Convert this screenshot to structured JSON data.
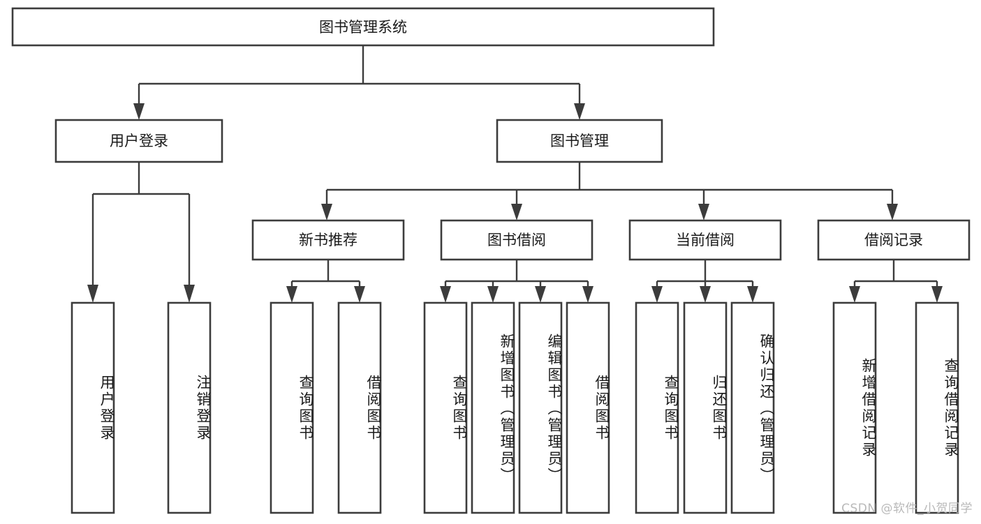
{
  "diagram": {
    "type": "tree-hierarchy",
    "title": "图书管理系统",
    "orientation": "top-down",
    "colors": {
      "box_stroke": "#3c3c3c",
      "box_fill": "#ffffff",
      "connector": "#3c3c3c",
      "text": "#1a1a1a",
      "watermark": "#b9b9b9",
      "background": "#ffffff"
    },
    "nodes": {
      "root": {
        "label": "图书管理系统"
      },
      "level2": [
        {
          "label": "用户登录"
        },
        {
          "label": "图书管理"
        }
      ],
      "level3": [
        {
          "label": "新书推荐"
        },
        {
          "label": "图书借阅"
        },
        {
          "label": "当前借阅"
        },
        {
          "label": "借阅记录"
        }
      ],
      "leaves": {
        "user_login": [
          {
            "label": "用户登录"
          },
          {
            "label": "注销登录"
          }
        ],
        "new_book_rec": [
          {
            "label": "查询图书"
          },
          {
            "label": "借阅图书"
          }
        ],
        "book_borrow": [
          {
            "label": "查询图书"
          },
          {
            "label": "新增图书（管理员）"
          },
          {
            "label": "编辑图书（管理员）"
          },
          {
            "label": "借阅图书"
          }
        ],
        "current_borrow": [
          {
            "label": "查询图书"
          },
          {
            "label": "归还图书"
          },
          {
            "label": "确认归还（管理员）"
          }
        ],
        "borrow_record": [
          {
            "label": "新增借阅记录"
          },
          {
            "label": "查询借阅记录"
          }
        ]
      }
    }
  },
  "watermark": {
    "text": "CSDN @软件_小贺同学"
  }
}
